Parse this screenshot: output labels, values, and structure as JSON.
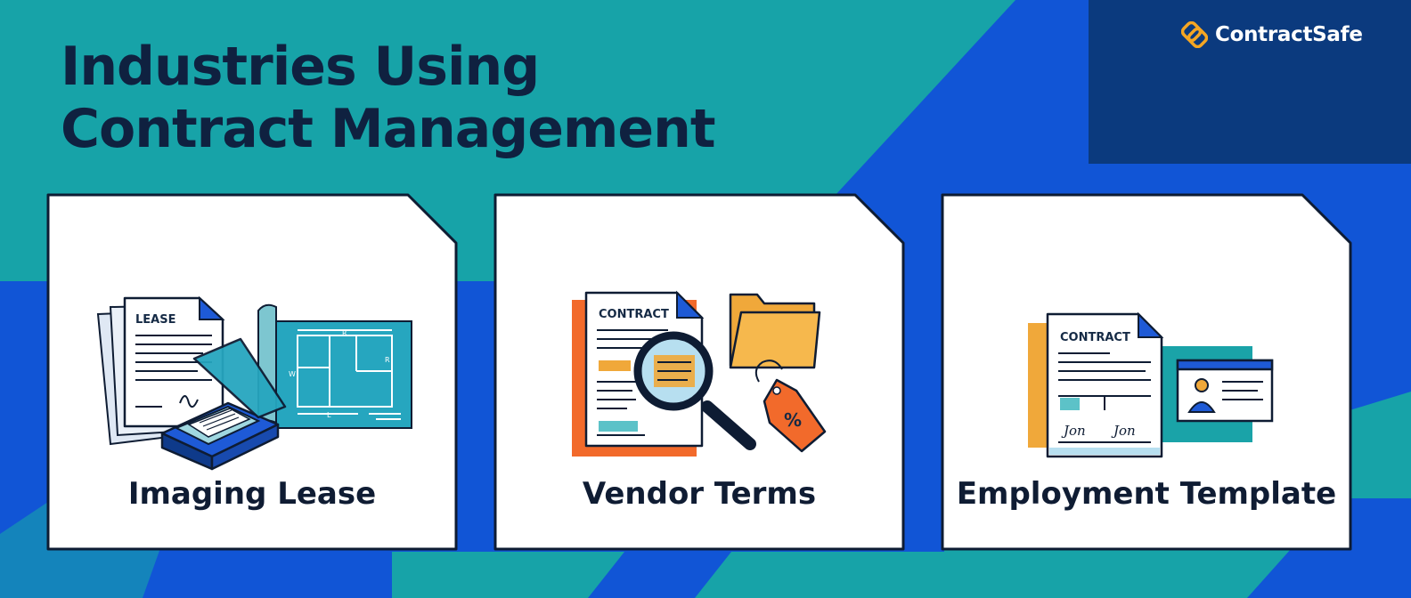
{
  "page": {
    "title_lines": [
      "Industries Using",
      "Contract Management"
    ],
    "brand": "ContractSafe"
  },
  "colors": {
    "teal": "#17a3a8",
    "blue": "#1155d6",
    "navy": "#0b3a7e",
    "title": "#0f2140",
    "card_border": "#0e1c33",
    "orange": "#f26a2b",
    "folder": "#f0a83a",
    "logo_orange": "#f5a623"
  },
  "cards": [
    {
      "label": "Imaging Lease",
      "doc_heading": "LEASE",
      "blueprint_marks": [
        "R",
        "R",
        "W",
        "L"
      ],
      "icons": [
        "lease-document-icon",
        "signature-icon",
        "scanner-icon",
        "blueprint-icon"
      ]
    },
    {
      "label": "Vendor Terms",
      "doc_heading": "CONTRACT",
      "tag_text": "%",
      "icons": [
        "contract-document-icon",
        "magnifier-icon",
        "folder-icon",
        "price-tag-icon"
      ]
    },
    {
      "label": "Employment Template",
      "doc_heading": "CONTRACT",
      "signatures": [
        "Jon",
        "Jon"
      ],
      "icons": [
        "contract-document-icon",
        "signature-icon",
        "id-card-icon",
        "person-icon"
      ]
    }
  ]
}
